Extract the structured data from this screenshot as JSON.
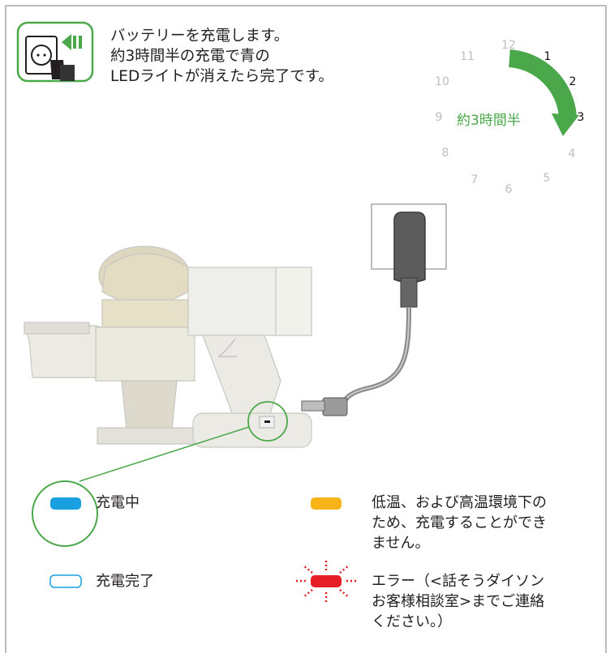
{
  "instruction": {
    "text": "バッテリーを充電します。\n約3時間半の充電で青の\nLEDライトが消えたら完了です。",
    "icon": "plug-into-socket-icon"
  },
  "clock": {
    "numbers": [
      "12",
      "1",
      "2",
      "3",
      "4",
      "5",
      "6",
      "7",
      "8",
      "9",
      "10",
      "11"
    ],
    "highlighted": [
      "1",
      "2",
      "3"
    ],
    "duration_label": "約3時間半",
    "arrow_color": "#4aa84a"
  },
  "legend": {
    "charging": {
      "label": "充電中",
      "color": "#1a9fe0"
    },
    "complete": {
      "label": "充電完了",
      "color": "#1a9fe0"
    },
    "temperature": {
      "label": "低温、および高温環境下の\nため、充電することができ\nません。",
      "color": "#f7b419"
    },
    "error": {
      "label": "エラー（<話そうダイソン\nお客様相談室>までご連絡\nください。）",
      "color": "#e61e25"
    }
  },
  "colors": {
    "accent_green": "#4aa84a",
    "frame": "#bcbcbc"
  }
}
